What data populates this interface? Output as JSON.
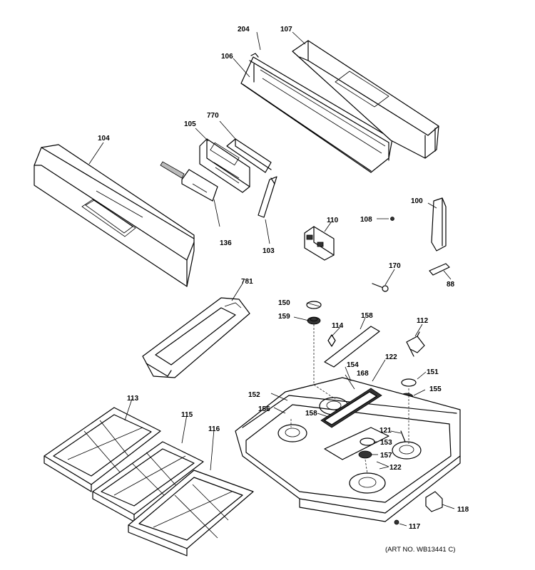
{
  "art_number": "(ART NO. WB13441 C)",
  "labels": {
    "p204": "204",
    "p107": "107",
    "p106": "106",
    "p770": "770",
    "p105": "105",
    "p104": "104",
    "p136": "136",
    "p103": "103",
    "p110": "110",
    "p108": "108",
    "p100": "100",
    "p170": "170",
    "p88": "88",
    "p781": "781",
    "p150": "150",
    "p159": "159",
    "p114": "114",
    "p158a": "158",
    "p112": "112",
    "p122a": "122",
    "p154": "154",
    "p168": "168",
    "p151": "151",
    "p152": "152",
    "p155": "155",
    "p156": "156",
    "p158b": "158",
    "p121": "121",
    "p153": "153",
    "p157": "157",
    "p122b": "122",
    "p113": "113",
    "p115": "115",
    "p116": "116",
    "p118": "118",
    "p117": "117"
  }
}
